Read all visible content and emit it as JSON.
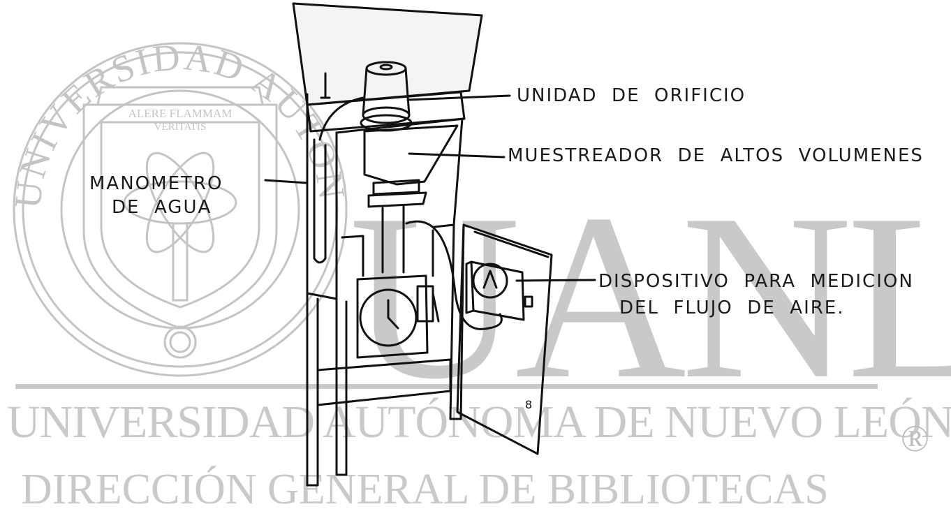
{
  "labels": {
    "orifice_unit": "UNIDAD  DE  ORIFICIO",
    "high_volume_sampler": "MUESTREADOR  DE  ALTOS  VOLUMENES",
    "manometer_line1": "MANOMETRO",
    "manometer_line2": "DE  AGUA",
    "flow_device_line1": "DISPOSITIVO  PARA  MEDICION",
    "flow_device_line2": "DEL  FLUJO  DE  AIRE."
  },
  "watermark": {
    "seal_arc": "UNIVERSIDAD AUTONOMA DE NUEVO LEON",
    "seal_motto_line1": "ALERE FLAMMAM",
    "seal_motto_line2": "VERITATIS",
    "uanl": "UANL",
    "university": "UNIVERSIDAD AUTÓNOMA DE NUEVO LEÓN",
    "direccion": "DIRECCIÓN GENERAL DE BIBLIOTECAS",
    "registered": "®"
  }
}
